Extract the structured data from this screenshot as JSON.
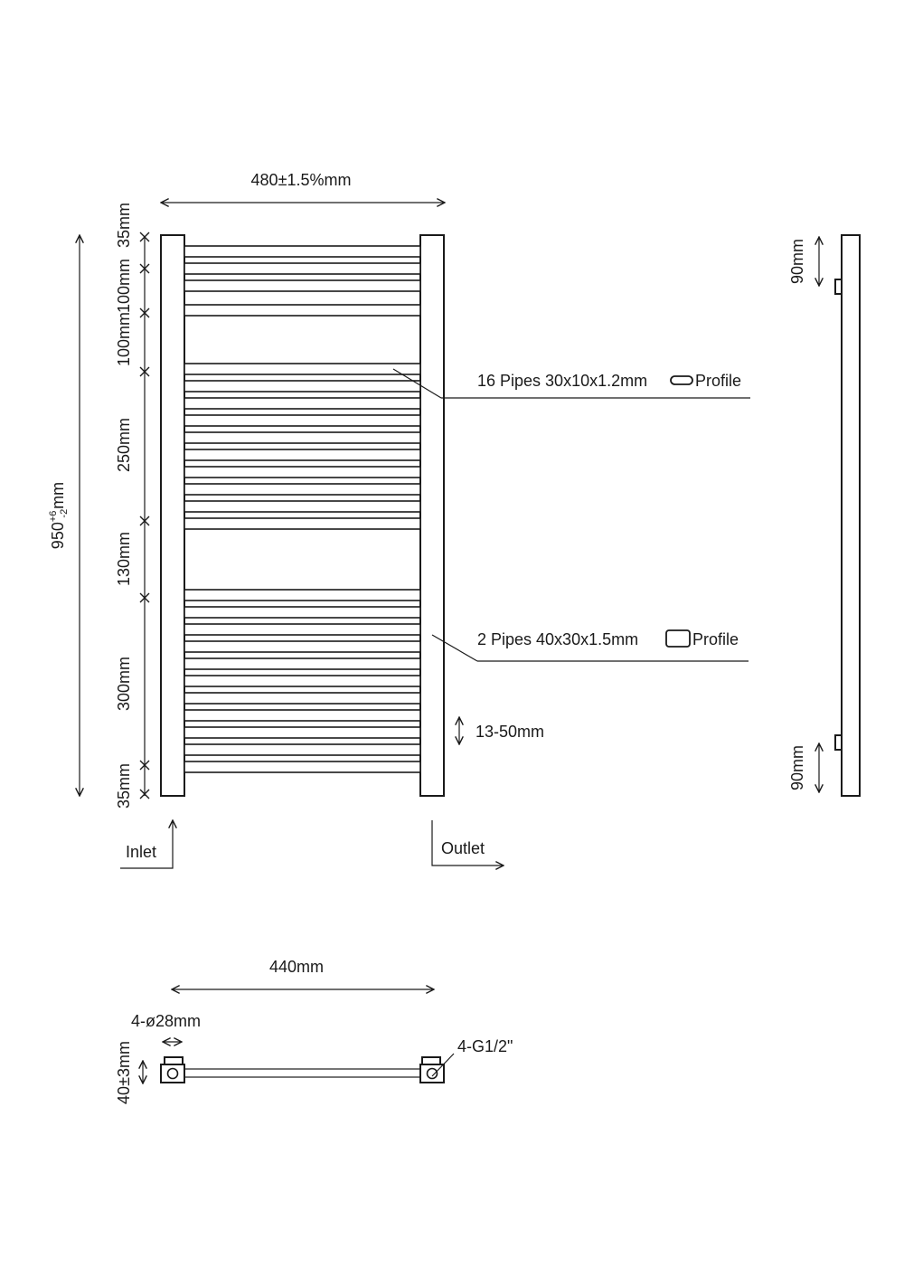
{
  "front_view": {
    "width_dim": "480±1.5%mm",
    "height_dim_base": "950",
    "height_dim_sup": "+6",
    "height_dim_sub": "-2",
    "height_dim_unit": "mm",
    "segments": [
      "35mm",
      "100mm",
      "100mm",
      "250mm",
      "130mm",
      "300mm",
      "35mm"
    ],
    "callout_pipes_16": "16 Pipes 30x10x1.2mm",
    "callout_pipes_2": "2 Pipes 40x30x1.5mm",
    "profile_word": "Profile",
    "gap_dim": "13-50mm",
    "inlet": "Inlet",
    "outlet": "Outlet"
  },
  "side_view": {
    "top_dim": "90mm",
    "bottom_dim": "90mm"
  },
  "bottom_view": {
    "center_dim": "440mm",
    "diameter_dim": "4-ø28mm",
    "depth_dim": "40±3mm",
    "thread_dim": "4-G1/2\""
  }
}
